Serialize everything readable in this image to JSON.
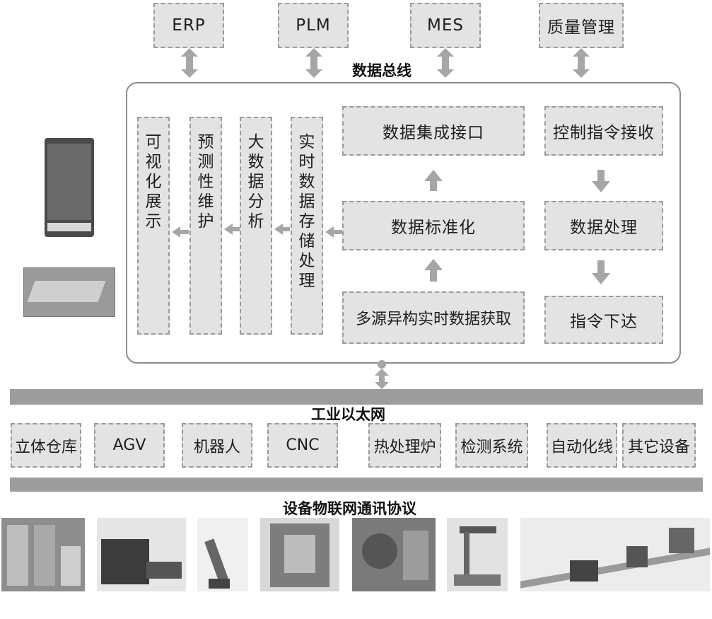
{
  "top_systems": [
    "ERP",
    "PLM",
    "MES",
    "质量管理"
  ],
  "data_bus_label": "数据总线",
  "vertical_modules": [
    "可视化展示",
    "预测性维护",
    "大数据分析",
    "实时数据存储处理"
  ],
  "left_column": {
    "top": "数据集成接口",
    "middle": "数据标准化",
    "bottom": "多源异构实时数据获取"
  },
  "right_column": {
    "top": "控制指令接收",
    "middle": "数据处理",
    "bottom": "指令下达"
  },
  "ethernet_label": "工业以太网",
  "equipment": [
    "立体仓库",
    "AGV",
    "机器人",
    "CNC",
    "热处理炉",
    "检测系统",
    "自动化线",
    "其它设备"
  ],
  "protocol_label": "设备物联网通讯协议",
  "colors": {
    "box_fill": "#e3e3e3",
    "box_border": "#9a9a9a",
    "bar": "#9d9d9d",
    "arrow": "#a6a6a6"
  }
}
